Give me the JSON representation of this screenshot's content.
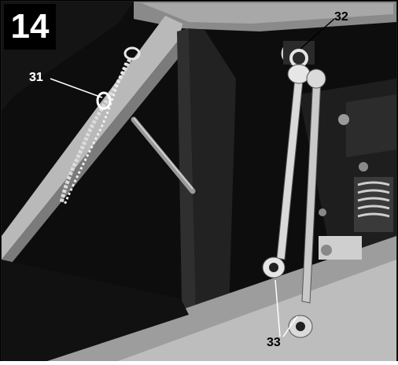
{
  "figure": {
    "step_number": "14",
    "callouts": {
      "chain": "31",
      "hook": "32",
      "wrenches": "33"
    }
  }
}
